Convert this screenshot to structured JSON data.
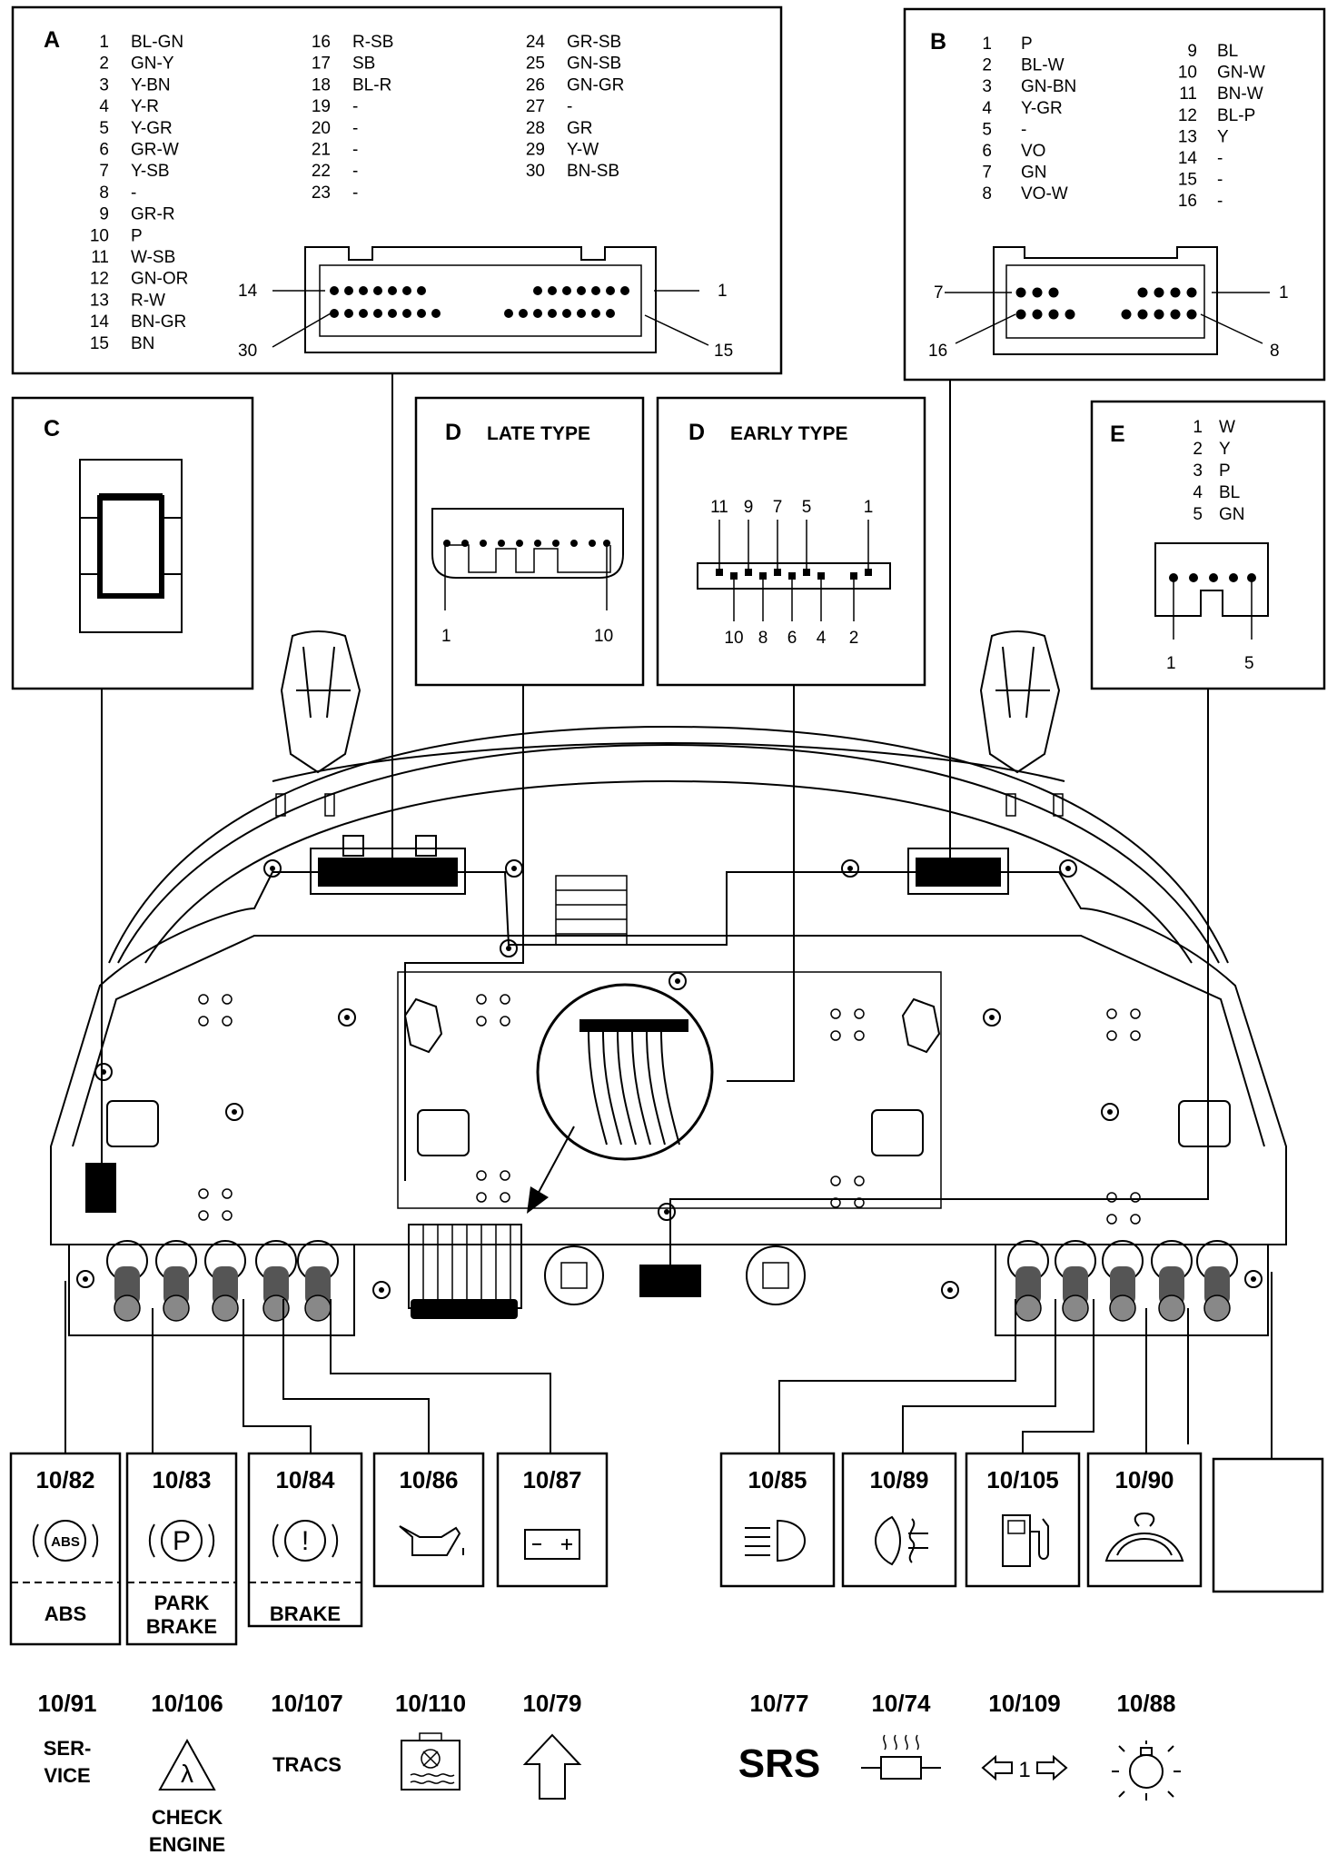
{
  "connectors": {
    "A": {
      "letter": "A",
      "pins_col1": [
        {
          "n": "1",
          "c": "BL-GN"
        },
        {
          "n": "2",
          "c": "GN-Y"
        },
        {
          "n": "3",
          "c": "Y-BN"
        },
        {
          "n": "4",
          "c": "Y-R"
        },
        {
          "n": "5",
          "c": "Y-GR"
        },
        {
          "n": "6",
          "c": "GR-W"
        },
        {
          "n": "7",
          "c": "Y-SB"
        },
        {
          "n": "8",
          "c": "-"
        },
        {
          "n": "9",
          "c": "GR-R"
        },
        {
          "n": "10",
          "c": "P"
        },
        {
          "n": "11",
          "c": "W-SB"
        },
        {
          "n": "12",
          "c": "GN-OR"
        },
        {
          "n": "13",
          "c": "R-W"
        },
        {
          "n": "14",
          "c": "BN-GR"
        },
        {
          "n": "15",
          "c": "BN"
        }
      ],
      "pins_col2": [
        {
          "n": "16",
          "c": "R-SB"
        },
        {
          "n": "17",
          "c": "SB"
        },
        {
          "n": "18",
          "c": "BL-R"
        },
        {
          "n": "19",
          "c": "-"
        },
        {
          "n": "20",
          "c": "-"
        },
        {
          "n": "21",
          "c": "-"
        },
        {
          "n": "22",
          "c": "-"
        },
        {
          "n": "23",
          "c": "-"
        }
      ],
      "pins_col3": [
        {
          "n": "24",
          "c": "GR-SB"
        },
        {
          "n": "25",
          "c": "GN-SB"
        },
        {
          "n": "26",
          "c": "GN-GR"
        },
        {
          "n": "27",
          "c": "-"
        },
        {
          "n": "28",
          "c": "GR"
        },
        {
          "n": "29",
          "c": "Y-W"
        },
        {
          "n": "30",
          "c": "BN-SB"
        }
      ],
      "callouts": {
        "top_left": "14",
        "top_right": "1",
        "bottom_left": "30",
        "bottom_right": "15"
      }
    },
    "B": {
      "letter": "B",
      "pins_col1": [
        {
          "n": "1",
          "c": "P"
        },
        {
          "n": "2",
          "c": "BL-W"
        },
        {
          "n": "3",
          "c": "GN-BN"
        },
        {
          "n": "4",
          "c": "Y-GR"
        },
        {
          "n": "5",
          "c": "-"
        },
        {
          "n": "6",
          "c": "VO"
        },
        {
          "n": "7",
          "c": "GN"
        },
        {
          "n": "8",
          "c": "VO-W"
        }
      ],
      "pins_col2": [
        {
          "n": "9",
          "c": "BL"
        },
        {
          "n": "10",
          "c": "GN-W"
        },
        {
          "n": "11",
          "c": "BN-W"
        },
        {
          "n": "12",
          "c": "BL-P"
        },
        {
          "n": "13",
          "c": "Y"
        },
        {
          "n": "14",
          "c": "-"
        },
        {
          "n": "15",
          "c": "-"
        },
        {
          "n": "16",
          "c": "-"
        }
      ],
      "callouts": {
        "top_left": "7",
        "top_right": "1",
        "bottom_left": "16",
        "bottom_right": "8"
      }
    },
    "C": {
      "letter": "C"
    },
    "D_late": {
      "letter": "D",
      "title": "LATE TYPE",
      "left": "1",
      "right": "10"
    },
    "D_early": {
      "letter": "D",
      "title": "EARLY TYPE",
      "top": [
        "11",
        "9",
        "7",
        "5",
        "1"
      ],
      "bottom": [
        "10",
        "8",
        "6",
        "4",
        "2"
      ]
    },
    "E": {
      "letter": "E",
      "pins": [
        {
          "n": "1",
          "c": "W"
        },
        {
          "n": "2",
          "c": "Y"
        },
        {
          "n": "3",
          "c": "P"
        },
        {
          "n": "4",
          "c": "BL"
        },
        {
          "n": "5",
          "c": "GN"
        }
      ],
      "left": "1",
      "right": "5"
    }
  },
  "warning_lamps": [
    {
      "code": "10/82",
      "icon": "abs-lamp-icon",
      "icon_text": "ABS",
      "label_lines": [
        "ABS"
      ]
    },
    {
      "code": "10/83",
      "icon": "park-brake-lamp-icon",
      "icon_text": "P",
      "label_lines": [
        "PARK",
        "BRAKE"
      ]
    },
    {
      "code": "10/84",
      "icon": "brake-lamp-icon",
      "icon_text": "!",
      "label_lines": [
        "BRAKE"
      ]
    },
    {
      "code": "10/86",
      "icon": "oil-can-icon"
    },
    {
      "code": "10/87",
      "icon": "battery-icon"
    },
    {
      "code": "10/85",
      "icon": "headlamp-icon"
    },
    {
      "code": "10/89",
      "icon": "fog-lamp-icon"
    },
    {
      "code": "10/105",
      "icon": "fuel-pump-icon"
    },
    {
      "code": "10/90",
      "icon": "washer-fluid-icon"
    }
  ],
  "other_indicators": [
    {
      "code": "10/91",
      "label_lines": [
        "SER-",
        "VICE"
      ]
    },
    {
      "code": "10/106",
      "icon": "lambda-triangle-icon",
      "icon_text": "λ",
      "label_lines": [
        "CHECK",
        "ENGINE"
      ]
    },
    {
      "code": "10/107",
      "label_lines": [
        "TRACS"
      ]
    },
    {
      "code": "10/110",
      "icon": "coolant-fan-icon"
    },
    {
      "code": "10/79",
      "icon": "upshift-arrow-icon"
    },
    {
      "code": "10/77",
      "label_lines": [
        "SRS"
      ]
    },
    {
      "code": "10/74",
      "icon": "glow-plug-icon"
    },
    {
      "code": "10/109",
      "icon": "turn-signal-icon",
      "icon_text": "1"
    },
    {
      "code": "10/88",
      "icon": "bulb-failure-icon"
    }
  ]
}
